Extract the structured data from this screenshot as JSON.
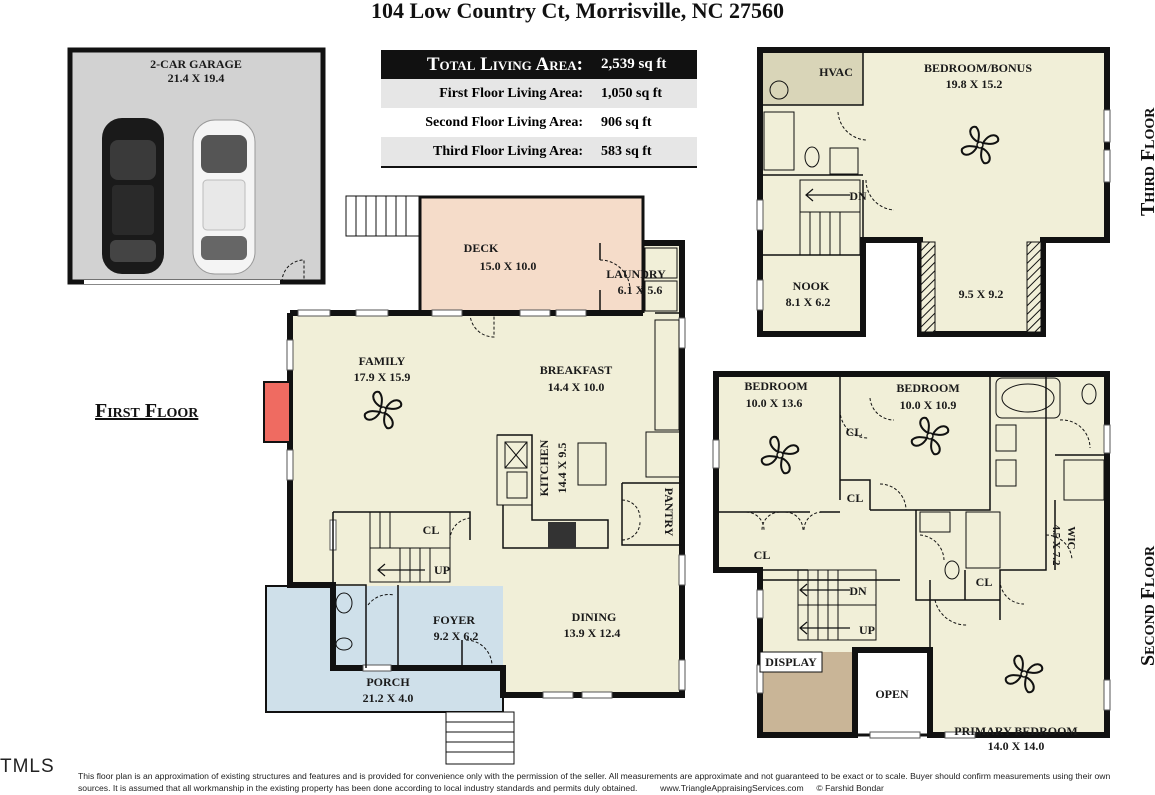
{
  "title": "104 Low Country Ct, Morrisville, NC 27560",
  "area_table": {
    "total_label": "Total Living Area:",
    "total_value": "2,539 sq ft",
    "rows": [
      {
        "label": "First Floor Living Area:",
        "value": "1,050 sq ft"
      },
      {
        "label": "Second Floor Living Area:",
        "value": "906 sq ft"
      },
      {
        "label": "Third Floor Living Area:",
        "value": "583 sq ft"
      }
    ]
  },
  "floor_labels": {
    "first": "First Floor",
    "second": "Second Floor",
    "third": "Third Floor"
  },
  "garage": {
    "name": "2-CAR GARAGE",
    "dims": "21.4 X 19.4"
  },
  "first_floor": {
    "deck": {
      "name": "DECK",
      "dims": "15.0 X 10.0"
    },
    "laundry": {
      "name": "LAUNDRY",
      "dims": "6.1 X 5.6"
    },
    "family": {
      "name": "FAMILY",
      "dims": "17.9 X 15.9"
    },
    "breakfast": {
      "name": "BREAKFAST",
      "dims": "14.4 X 10.0"
    },
    "kitchen": {
      "name": "KITCHEN",
      "dims": "14.4 X 9.5"
    },
    "pantry": {
      "name": "PANTRY"
    },
    "cl": "CL",
    "up": "UP",
    "foyer": {
      "name": "FOYER",
      "dims": "9.2 X 6.2"
    },
    "dining": {
      "name": "DINING",
      "dims": "13.9 X 12.4"
    },
    "porch": {
      "name": "PORCH",
      "dims": "21.2 X 4.0"
    }
  },
  "third_floor": {
    "hvac": "HVAC",
    "bonus": {
      "name": "BEDROOM/BONUS",
      "dims": "19.8 X 15.2"
    },
    "dn": "DN",
    "nook": {
      "name": "NOOK",
      "dims": "8.1 X 6.2"
    },
    "alcove": {
      "dims": "9.5 X 9.2"
    }
  },
  "second_floor": {
    "bedroom1": {
      "name": "BEDROOM",
      "dims": "10.0 X 13.6"
    },
    "bedroom2": {
      "name": "BEDROOM",
      "dims": "10.0 X 10.9"
    },
    "cl": "CL",
    "wic": {
      "name": "WIC",
      "dims": "4.5 X 7.2"
    },
    "dn": "DN",
    "up": "UP",
    "display": "DISPLAY",
    "open": "OPEN",
    "primary": {
      "name": "PRIMARY BEDROOM",
      "dims": "14.0 X 14.0"
    }
  },
  "disclaimer": "This floor plan is an approximation of existing structures and features and is provided for convenience only with the permission of the seller.  All measurements are approximate and not guaranteed to be exact or to scale.  Buyer should confirm measurements using their own sources.  It is assumed that all workmanship in the existing property has been done according to local industry standards and permits duly obtained.",
  "credit_site": "www.TriangleAppraisingServices.com",
  "credit_copy": "© Farshid Bondar",
  "logo_text": "TMLS",
  "colors": {
    "floor": "#f1efd8",
    "deck": "#f5dcc9",
    "porch": "#cfe0ea",
    "garage": "#d2d2d2",
    "display": "#c9b597",
    "fireplace": "#ef6b61"
  }
}
